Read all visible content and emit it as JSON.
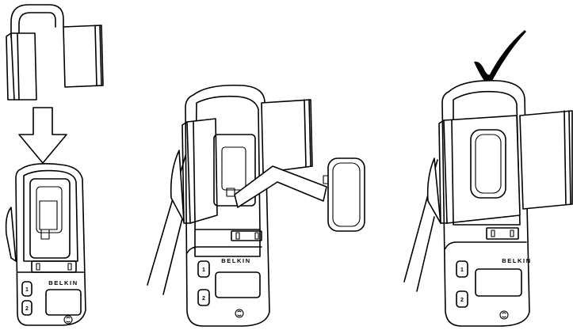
{
  "steps": [
    {
      "brand": "BELKIN",
      "button_top": "1",
      "button_bottom": "2"
    },
    {
      "brand": "BELKIN",
      "button_top": "1",
      "button_bottom": "2"
    },
    {
      "brand": "BELKIN",
      "button_top": "1",
      "button_bottom": "2"
    }
  ],
  "icons": {
    "arrow": "down-arrow-icon",
    "check": "checkmark-icon",
    "sync": "sync-logo-icon"
  }
}
